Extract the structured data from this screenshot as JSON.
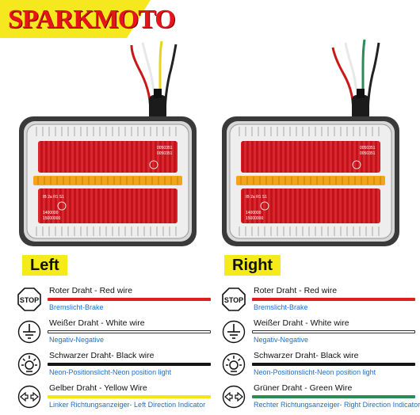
{
  "brand": {
    "name": "SPARKMOTO",
    "accent": "#e8141b",
    "banner": "#f5e81e"
  },
  "lamp": {
    "markings_1": "0050351",
    "markings_2": "0050351",
    "markings_3": "IB 2a R1 S1",
    "markings_4": "1400000",
    "markings_5": "15000000"
  },
  "sides": [
    {
      "label": "Left",
      "wires": [
        {
          "icon": "stop-icon",
          "title": "Roter Draht - Red wire",
          "function": "Bremslicht-Brake",
          "color": "#e11d1d"
        },
        {
          "icon": "ground-icon",
          "title": "Weißer Draht - White wire",
          "function": "Negativ-Negative",
          "color": "#ffffff"
        },
        {
          "icon": "position-light-icon",
          "title": "Schwarzer Draht- Black wire",
          "function": "Neon-Positionslicht-Neon position light",
          "color": "#151515"
        },
        {
          "icon": "direction-indicator-icon",
          "title": "Gelber Draht - Yellow Wire",
          "function": "Linker Richtungsanzeiger- Left Direction Indicator",
          "color": "#f2e614"
        }
      ]
    },
    {
      "label": "Right",
      "wires": [
        {
          "icon": "stop-icon",
          "title": "Roter Draht - Red wire",
          "function": "Bremslicht-Brake",
          "color": "#e11d1d"
        },
        {
          "icon": "ground-icon",
          "title": "Weißer Draht - White wire",
          "function": "Negativ-Negative",
          "color": "#ffffff"
        },
        {
          "icon": "position-light-icon",
          "title": "Schwarzer Draht- Black wire",
          "function": "Neon-Positionslicht-Neon position light",
          "color": "#151515"
        },
        {
          "icon": "direction-indicator-icon",
          "title": "Grüner Draht - Green Wire",
          "function": "Rechter Richtungsanzeiger- Right Direction Indicator",
          "color": "#2e8a57"
        }
      ]
    }
  ]
}
